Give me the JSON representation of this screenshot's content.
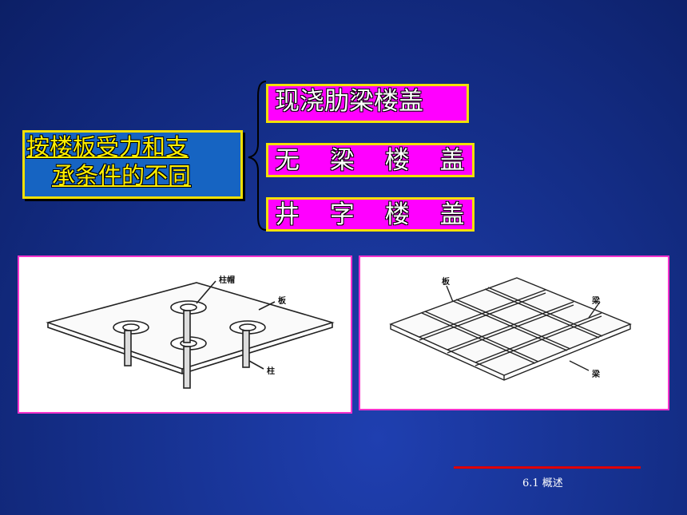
{
  "root": {
    "line1": "按楼板受力和支",
    "line2": "承条件的不同"
  },
  "categories": [
    {
      "label": "现浇肋梁楼盖"
    },
    {
      "label": "无 梁 楼 盖"
    },
    {
      "label": "井 字 楼 盖"
    }
  ],
  "figure_left": {
    "label_cap": "柱帽",
    "label_slab": "板",
    "label_column": "柱"
  },
  "figure_right": {
    "label_slab": "板",
    "label_beam1": "梁",
    "label_beam2": "梁"
  },
  "footer": {
    "text": "6.1 概述"
  },
  "colors": {
    "background": "#16318f",
    "root_box": "#1664c2",
    "category_box": "#ff00ff",
    "border_yellow": "#f4e000",
    "footer_line": "#e00000"
  }
}
